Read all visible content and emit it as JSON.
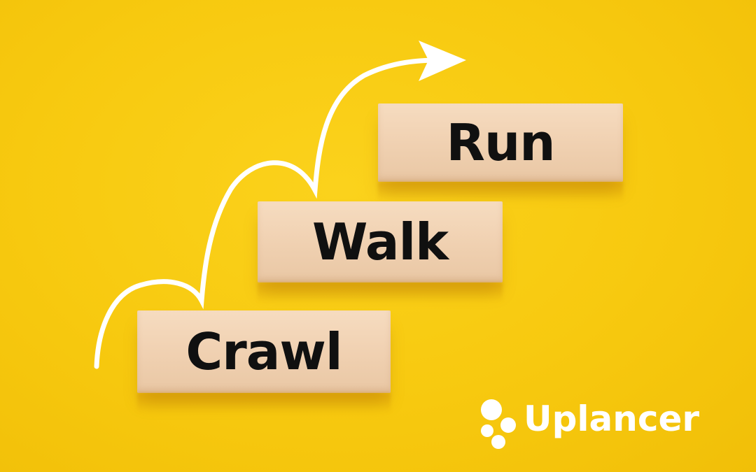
{
  "blocks": {
    "run": "Run",
    "walk": "Walk",
    "crawl": "Crawl"
  },
  "brand": {
    "name": "Uplancer"
  },
  "icons": {
    "arrow": "curved-arrow-icon",
    "logo": "uplancer-logo-icon"
  },
  "colors": {
    "background": "#f7c90f",
    "wood": "#f1d2b3",
    "text": "#101010",
    "arrow": "#ffffff",
    "logo": "#ffffff"
  }
}
